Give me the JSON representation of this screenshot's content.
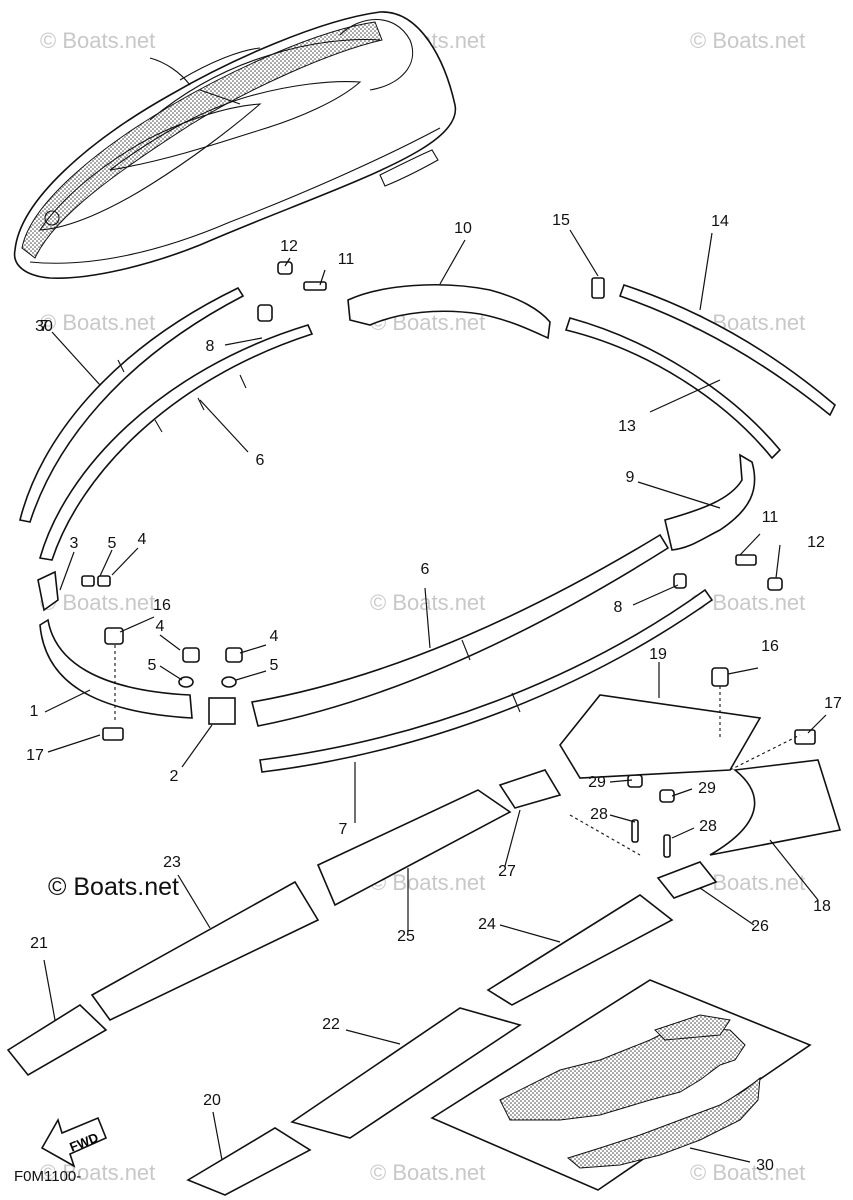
{
  "brand_label": "© Boats.net",
  "watermark_text": "© Boats.net",
  "figure_code": "F0M1100-",
  "fwd_label": "FWD",
  "callouts": [
    {
      "id": "c1",
      "text": "1"
    },
    {
      "id": "c2",
      "text": "2"
    },
    {
      "id": "c3",
      "text": "3"
    },
    {
      "id": "c4a",
      "text": "4"
    },
    {
      "id": "c4b",
      "text": "4"
    },
    {
      "id": "c4c",
      "text": "4"
    },
    {
      "id": "c5a",
      "text": "5"
    },
    {
      "id": "c5b",
      "text": "5"
    },
    {
      "id": "c5c",
      "text": "5"
    },
    {
      "id": "c6a",
      "text": "6"
    },
    {
      "id": "c6b",
      "text": "6"
    },
    {
      "id": "c7a",
      "text": "7"
    },
    {
      "id": "c7b",
      "text": "7"
    },
    {
      "id": "c8a",
      "text": "8"
    },
    {
      "id": "c8b",
      "text": "8"
    },
    {
      "id": "c9",
      "text": "9"
    },
    {
      "id": "c10",
      "text": "10"
    },
    {
      "id": "c11a",
      "text": "11"
    },
    {
      "id": "c11b",
      "text": "11"
    },
    {
      "id": "c12a",
      "text": "12"
    },
    {
      "id": "c12b",
      "text": "12"
    },
    {
      "id": "c13",
      "text": "13"
    },
    {
      "id": "c14",
      "text": "14"
    },
    {
      "id": "c15",
      "text": "15"
    },
    {
      "id": "c16a",
      "text": "16"
    },
    {
      "id": "c16b",
      "text": "16"
    },
    {
      "id": "c17a",
      "text": "17"
    },
    {
      "id": "c17b",
      "text": "17"
    },
    {
      "id": "c18",
      "text": "18"
    },
    {
      "id": "c19",
      "text": "19"
    },
    {
      "id": "c20",
      "text": "20"
    },
    {
      "id": "c21",
      "text": "21"
    },
    {
      "id": "c22",
      "text": "22"
    },
    {
      "id": "c23",
      "text": "23"
    },
    {
      "id": "c24",
      "text": "24"
    },
    {
      "id": "c25",
      "text": "25"
    },
    {
      "id": "c26",
      "text": "26"
    },
    {
      "id": "c27",
      "text": "27"
    },
    {
      "id": "c28a",
      "text": "28"
    },
    {
      "id": "c28b",
      "text": "28"
    },
    {
      "id": "c29a",
      "text": "29"
    },
    {
      "id": "c29b",
      "text": "29"
    },
    {
      "id": "c30",
      "text": "30"
    }
  ]
}
